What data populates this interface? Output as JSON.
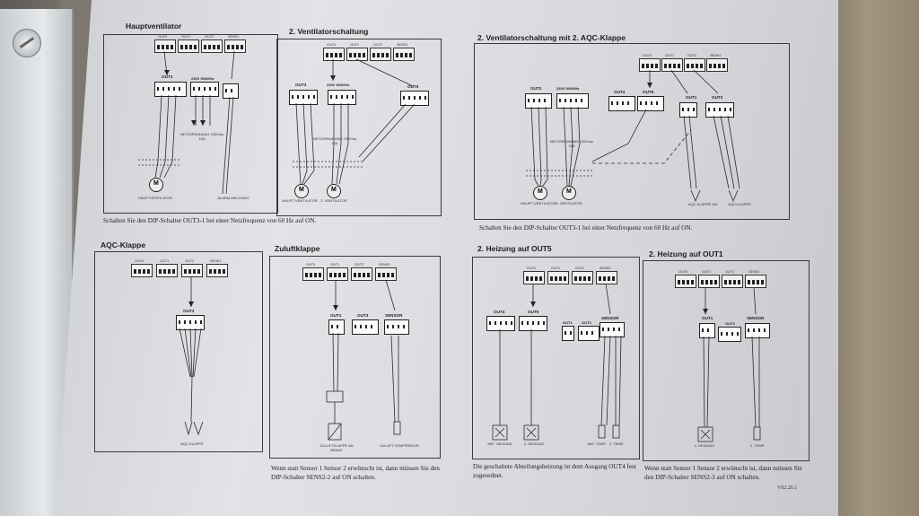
{
  "diagrams": {
    "hauptventilator": {
      "title": "Hauptventilator",
      "dip": [
        "OUT0",
        "OUT1",
        "OUT2",
        "SENS1"
      ],
      "terminals": {
        "out3": "OUT3",
        "power": "230V 50/60Hz"
      },
      "labels": [
        "NETZSPANNUNG 230V/ac 10A",
        "HAUPTVENTILATOR",
        "ALARM-MELDUNG"
      ]
    },
    "ventilatorschaltung2": {
      "title": "2. Ventilatorschaltung",
      "dip": [
        "OUT0",
        "OUT1",
        "OUT2",
        "SENS1"
      ],
      "terminals": {
        "out3": "OUT3",
        "power": "230V 50/60Hz",
        "out5": "OUT5"
      },
      "labels": [
        "NETZSPANNUNG 230V/ac 10A",
        "HAUPT-VENTILATOR",
        "2. VENTILATOR"
      ],
      "caption": "Schalten Sie den DIP-Schalter OUT3-1 bei einer Netzfrequenz von 60 Hz auf ON."
    },
    "ventilator_aqc": {
      "title": "2. Ventilatorschaltung mit 2. AQC-Klappe",
      "dip": [
        "OUT0",
        "OUT1",
        "OUT2",
        "SENS1"
      ],
      "terminals": {
        "out2": "OUT2",
        "power": "230V 50/60Hz",
        "out4": "OUT4",
        "out5": "OUT5",
        "out1": "OUT1",
        "out3": "OUT3"
      },
      "labels": [
        "NETZSPANNUNG 230V/ac 10A",
        "HAUPT-VENTILATOR",
        "2. VENTILATOR",
        "AQC-KLAPPE 2W",
        "AQC-KLAPPE"
      ],
      "caption": "Schalten Sie den DIP-Schalter OUT3-1 bei einer Netzfrequenz von 60 Hz auf ON."
    },
    "aqc_klappe": {
      "title": "AQC-Klappe",
      "dip": [
        "OUT0",
        "OUT1",
        "OUT2",
        "SENS1"
      ],
      "terminals": {
        "out3": "OUT3"
      },
      "labels": [
        "AQC-KLAPPE"
      ]
    },
    "zuluftklappe": {
      "title": "Zuluftklappe",
      "dip": [
        "OUT0",
        "OUT1",
        "OUT2",
        "SENS2"
      ],
      "terminals": {
        "out1": "OUT1",
        "out3": "OUT3",
        "sensor": "SENSOR"
      },
      "labels": [
        "ZULUFTKLAPPE AN BENKE",
        "ZULUFT-TEMPERATUR"
      ],
      "caption": "Wenn statt Sensor 1 Sensor 2 erwünscht ist, dann müssen Sie den DIP-Schalter SENS2-2 auf ON schalten."
    },
    "heizung_out5": {
      "title": "2. Heizung auf OUT5",
      "dip": [
        "OUT0",
        "OUT1",
        "OUT2",
        "SENS2"
      ],
      "terminals": {
        "out4": "OUT4",
        "out5": "OUT5",
        "out1": "OUT1",
        "out3": "OUT3",
        "sensor": "SENSOR"
      },
      "labels": [
        "ABT. HEIZUNG",
        "2. HEIZUNG",
        "ABT. TEMP.",
        "2. TEMP."
      ],
      "caption": "Die geschaltete Abteilungsheizung ist dem Ausgang OUT4 fest zugeordnet."
    },
    "heizung_out1": {
      "title": "2. Heizung auf OUT1",
      "dip": [
        "OUT0",
        "OUT1",
        "OUT2",
        "SENS2"
      ],
      "terminals": {
        "out1": "OUT1",
        "out3": "OUT3",
        "sensor": "SENSOR"
      },
      "labels": [
        "2. HEIZUNG",
        "2. TEMP."
      ],
      "caption": "Wenn statt Sensor 1 Sensor 2 erwünscht ist, dann müssen Sie den DIP-Schalter SENS2-3 auf ON schalten."
    }
  },
  "caption_top_left": "Schalten Sie den DIP-Schalter OUT3-1 bei einer Netzfrequenz von 60 Hz auf ON.",
  "version": "V02.26.1"
}
